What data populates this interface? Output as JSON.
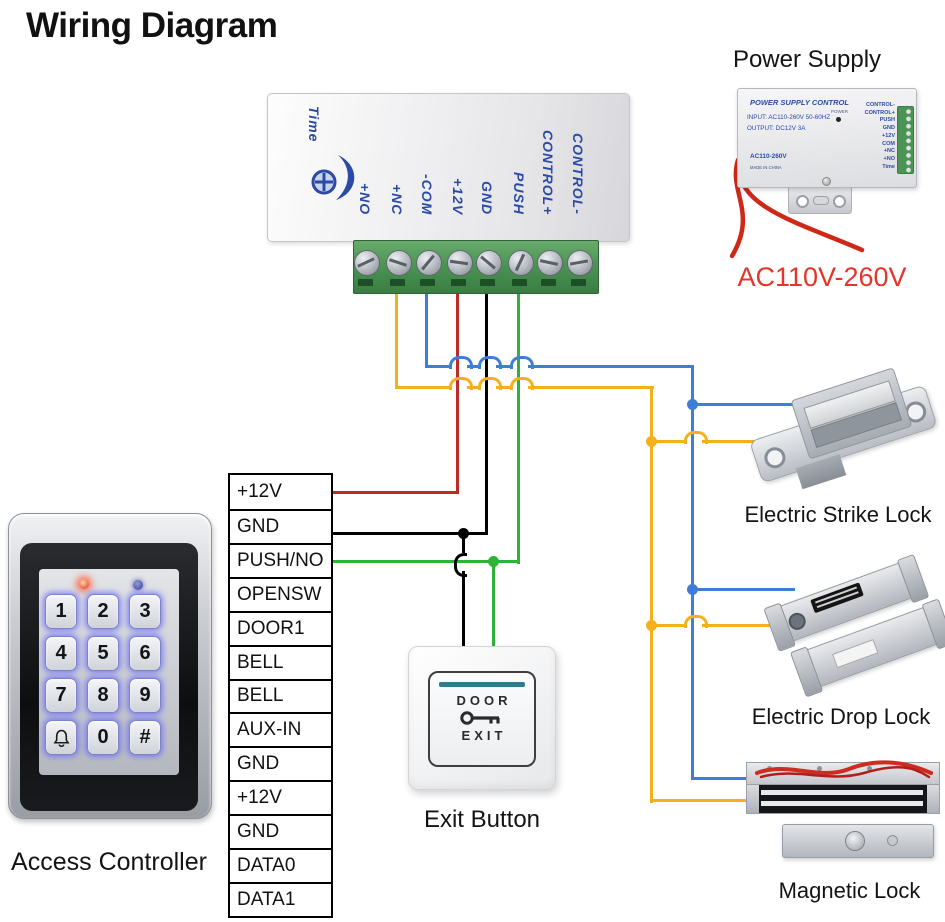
{
  "title": "Wiring Diagram",
  "colors": {
    "wire_yellow": "#F3B01C",
    "wire_blue": "#3F7ED8",
    "wire_red": "#C02A24",
    "wire_green": "#2FB337",
    "wire_black": "#000000",
    "label_blue": "#2B4AA5",
    "voltage_red": "#E5342A",
    "teal_bar": "#2E7D8C",
    "terminal_green": "#4C9455"
  },
  "power_control": {
    "time_label": "Time",
    "terminals": [
      "+NO",
      "+NC",
      "-COM",
      "+12V",
      "GND",
      "PUSH",
      "CONTROL+",
      "CONTROL-"
    ]
  },
  "power_supply": {
    "heading": "Power Supply",
    "board_title": "POWER SUPPLY CONTROL",
    "input_line": "INPUT: AC110-260V 50-60HZ",
    "output_line": "OUTPUT: DC12V 3A",
    "power_led_label": "POWER",
    "marking": "AC110-260V",
    "made_in": "MADE IN CHINA",
    "side_labels": [
      "CONTROL-",
      "CONTROL+",
      "PUSH",
      "GND",
      "+12V",
      "COM",
      "+NC",
      "+NO",
      "Time"
    ],
    "voltage_label": "AC110V-260V"
  },
  "access_controller": {
    "label": "Access Controller",
    "keys": [
      "1",
      "2",
      "3",
      "4",
      "5",
      "6",
      "7",
      "8",
      "9",
      "bell-icon",
      "0",
      "#"
    ]
  },
  "terminal_table": {
    "rows": [
      "+12V",
      "GND",
      "PUSH/NO",
      "OPENSW",
      "DOOR1",
      "BELL",
      "BELL",
      "AUX-IN",
      "GND",
      "+12V",
      "GND",
      "DATA0",
      "DATA1"
    ]
  },
  "exit_button": {
    "line1": "DOOR",
    "line2": "EXIT",
    "label": "Exit Button"
  },
  "locks": {
    "strike": "Electric Strike Lock",
    "drop": "Electric Drop Lock",
    "magnetic": "Magnetic Lock"
  },
  "connections": [
    {
      "terminal": "+NC",
      "wire_color": "yellow",
      "connects_to": [
        "Electric Strike Lock",
        "Electric Drop Lock",
        "Magnetic Lock"
      ]
    },
    {
      "terminal": "-COM",
      "wire_color": "blue",
      "connects_to": [
        "Electric Strike Lock",
        "Electric Drop Lock",
        "Magnetic Lock"
      ]
    },
    {
      "terminal": "+12V",
      "wire_color": "red",
      "connects_to": [
        "Access Controller +12V"
      ]
    },
    {
      "terminal": "GND",
      "wire_color": "black",
      "connects_to": [
        "Access Controller GND",
        "Exit Button"
      ]
    },
    {
      "terminal": "PUSH",
      "wire_color": "green",
      "connects_to": [
        "Access Controller PUSH/NO",
        "Exit Button"
      ]
    }
  ]
}
